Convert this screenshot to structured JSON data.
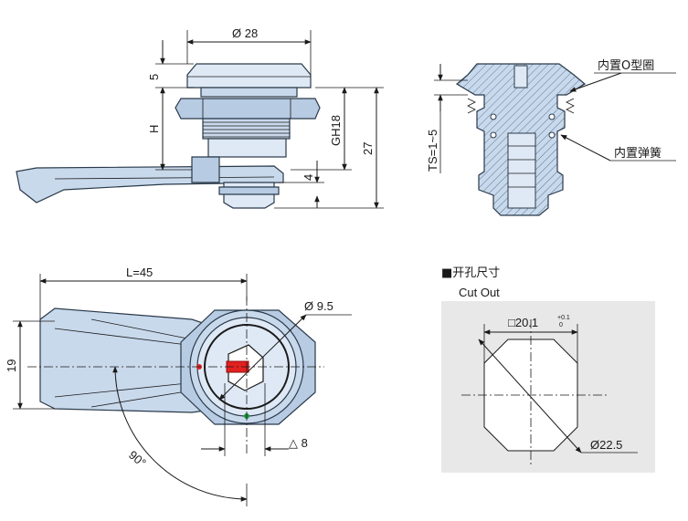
{
  "side_view": {
    "dia_top": "Ø 28",
    "dim_5": "5",
    "dim_H": "H",
    "dim_GH18": "GH18",
    "dim_27": "27",
    "dim_4": "4"
  },
  "section_view": {
    "ts_label": "TS=1~5",
    "oring_label": "内置O型圈",
    "spring_label": "内置弹簧"
  },
  "front_view": {
    "length_label": "L=45",
    "height_label": "19",
    "key_dia": "Ø 9.5",
    "angle": "90°",
    "triangle_label": "△ 8"
  },
  "cutout": {
    "title": "■开孔尺寸",
    "subtitle": "Cut Out",
    "square_dim": "□20.1",
    "tol_plus": "+0.1",
    "tol_zero": "0",
    "dia_dim": "Ø22.5"
  },
  "colors": {
    "body": "#c9d9ec",
    "key_red": "#e32020",
    "dot_green": "#1a9a3a",
    "panel_gray": "#e8e8e8"
  }
}
